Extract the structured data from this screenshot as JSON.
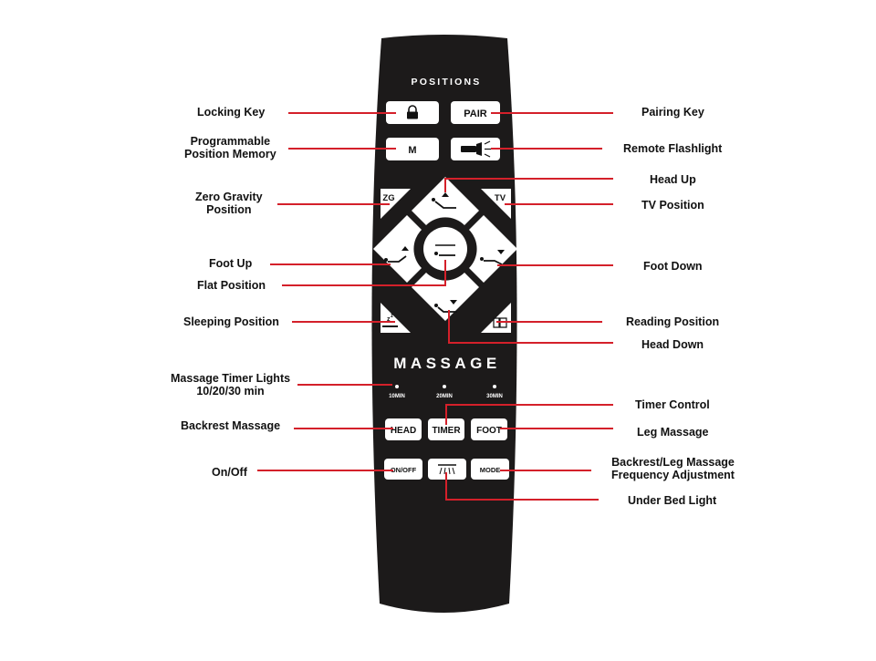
{
  "remote": {
    "positions_heading": "POSITIONS",
    "massage_heading": "MASSAGE",
    "buttons": {
      "pair": "PAIR",
      "memory": "M",
      "zg": "ZG",
      "tv": "TV",
      "head": "HEAD",
      "timer": "TIMER",
      "foot": "FOOT",
      "onoff": "ON/OFF",
      "mode": "MODE"
    },
    "timer_lights": [
      "10MIN",
      "20MIN",
      "30MIN"
    ]
  },
  "callouts_left": {
    "locking_key": "Locking Key",
    "programmable_memory": "Programmable\nPosition Memory",
    "zero_gravity": "Zero Gravity\nPosition",
    "foot_up": "Foot Up",
    "flat_position": "Flat Position",
    "sleeping_position": "Sleeping Position",
    "massage_timer_lights": "Massage Timer Lights\n10/20/30 min",
    "backrest_massage": "Backrest Massage",
    "on_off": "On/Off"
  },
  "callouts_right": {
    "pairing_key": "Pairing Key",
    "remote_flashlight": "Remote Flashlight",
    "head_up": "Head Up",
    "tv_position": "TV Position",
    "foot_down": "Foot Down",
    "reading_position": "Reading Position",
    "head_down": "Head Down",
    "timer_control": "Timer Control",
    "leg_massage": "Leg Massage",
    "frequency_adjustment": "Backrest/Leg Massage\nFrequency Adjustment",
    "under_bed_light": "Under Bed Light"
  },
  "colors": {
    "remote_body": "#1c1a1a",
    "button_face": "#ffffff",
    "leader_line": "#d4202a",
    "text": "#111111"
  }
}
